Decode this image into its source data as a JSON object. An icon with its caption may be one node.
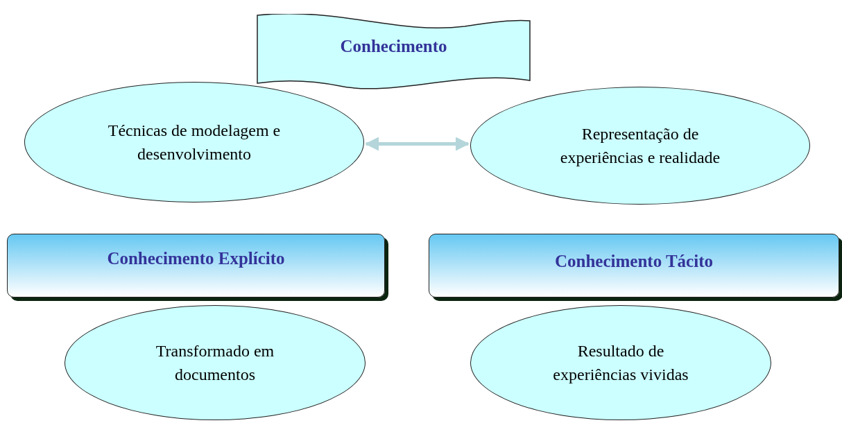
{
  "diagram": {
    "nodes": [
      {
        "text": [
          "Conhecimento"
        ]
      },
      {
        "text": [
          "Técnicas de modelagem e desenvolvimento"
        ]
      },
      {
        "text": [
          "Representação de experiências e realidade"
        ]
      },
      {
        "text": [
          "Conhecimento Explícito"
        ]
      },
      {
        "text": [
          "Transformado em documentos"
        ]
      },
      {
        "text": [
          "Conhecimento Tácito"
        ]
      },
      {
        "text": [
          "Resultado de experiências vividas"
        ]
      }
    ],
    "edges": [
      {
        "from": 1,
        "to": 2,
        "arrow": "both"
      }
    ]
  }
}
